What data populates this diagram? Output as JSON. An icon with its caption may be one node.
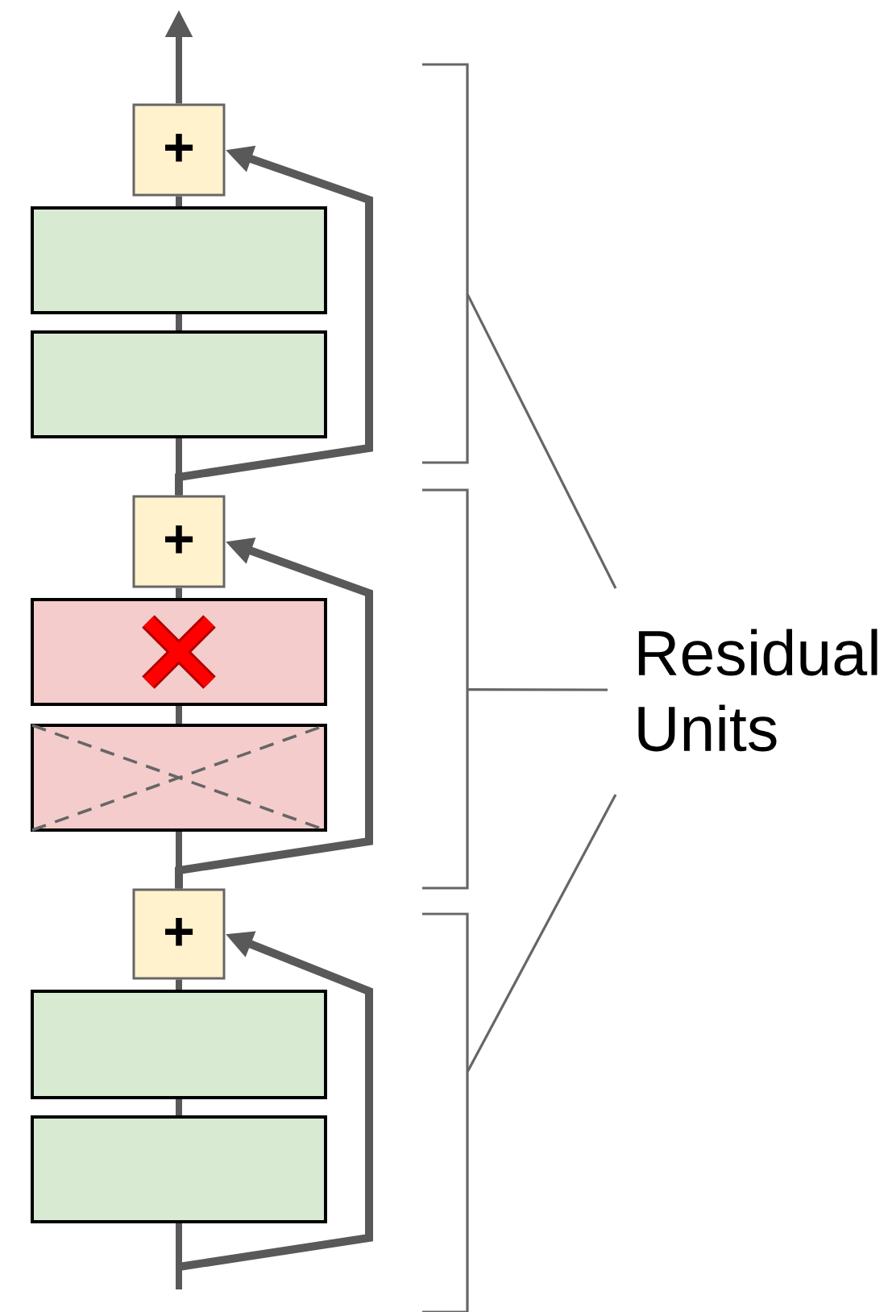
{
  "diagram": {
    "nodes": [
      {
        "text": [
          "+"
        ]
      },
      {
        "text": [],
        "shape": "box"
      },
      {
        "text": [],
        "shape": "box"
      },
      {
        "text": [],
        "shape": "bracket"
      },
      {
        "text": [
          "+"
        ]
      },
      {
        "text": [],
        "shape": "box"
      },
      {
        "text": [],
        "shape": "box"
      },
      {
        "text": [],
        "shape": "bracket"
      },
      {
        "text": [
          "+"
        ]
      },
      {
        "text": [],
        "shape": "box"
      },
      {
        "text": [],
        "shape": "box"
      },
      {
        "text": [],
        "shape": "bracket"
      },
      {
        "text": [
          "Residual Units"
        ]
      }
    ],
    "edges": [
      {
        "from": null,
        "to": 10,
        "arrow": "none"
      },
      {
        "from": 10,
        "to": 9,
        "arrow": "none"
      },
      {
        "from": 9,
        "to": 8,
        "arrow": "none"
      },
      {
        "from": null,
        "to": 8,
        "arrow": "to"
      },
      {
        "from": 8,
        "to": 6,
        "arrow": "none"
      },
      {
        "from": 6,
        "to": 5,
        "arrow": "none"
      },
      {
        "from": 5,
        "to": 4,
        "arrow": "none"
      },
      {
        "from": 8,
        "to": 4,
        "arrow": "to"
      },
      {
        "from": 4,
        "to": 2,
        "arrow": "none"
      },
      {
        "from": 2,
        "to": 1,
        "arrow": "none"
      },
      {
        "from": 1,
        "to": 0,
        "arrow": "none"
      },
      {
        "from": 4,
        "to": 0,
        "arrow": "to"
      },
      {
        "from": 0,
        "to": null,
        "arrow": "to"
      },
      {
        "from": 12,
        "to": 3,
        "arrow": "none"
      },
      {
        "from": 12,
        "to": 7,
        "arrow": "none"
      },
      {
        "from": 12,
        "to": 11,
        "arrow": "none"
      }
    ]
  }
}
